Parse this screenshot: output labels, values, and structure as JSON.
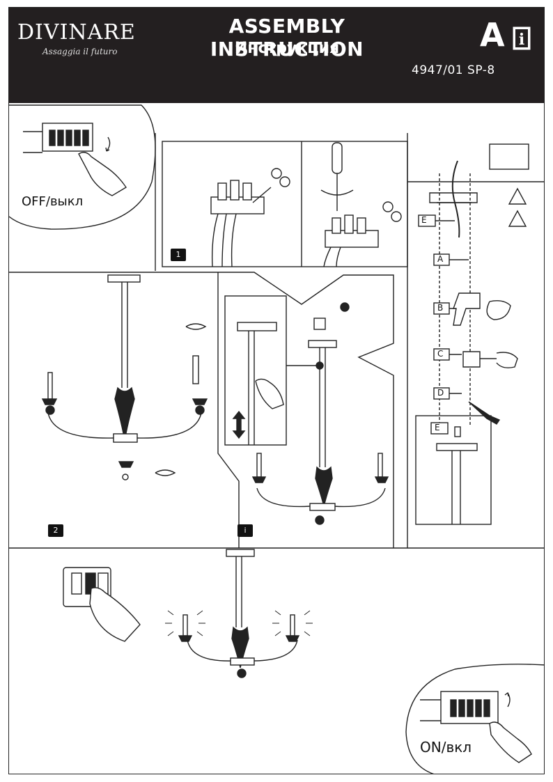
{
  "header": {
    "brand": "DIVINARE",
    "brand_tagline": "Assaggia il futuro",
    "title": "ASSEMBLY INSTRUCTION",
    "subtitle": "Инструкция",
    "model_code": "4947/01 SP-8",
    "letter": "A"
  },
  "switches": {
    "off_label": "OFF/выкл",
    "on_label": "ON/вкл"
  },
  "steps": {
    "step1": "1",
    "step2": "2",
    "info": "i"
  },
  "mount_letters": [
    "A",
    "B",
    "C",
    "D",
    "E",
    "E"
  ],
  "icons": [
    "info-book-icon",
    "warning-icon",
    "electric-hazard-icon",
    "no-tools-icon"
  ]
}
